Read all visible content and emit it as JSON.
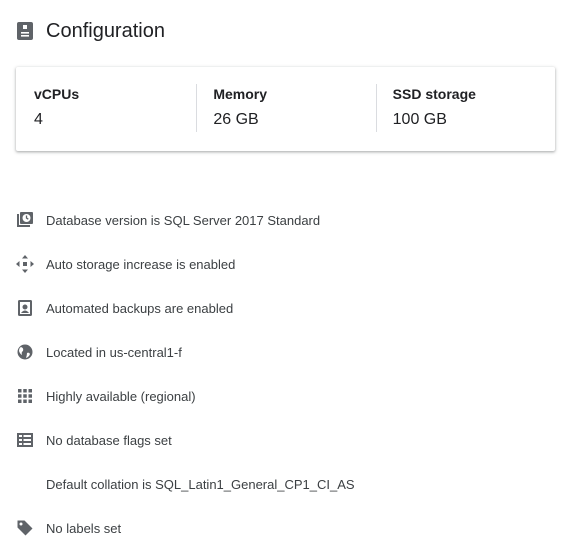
{
  "header": {
    "title": "Configuration",
    "icon": "instance-icon"
  },
  "stats": [
    {
      "label": "vCPUs",
      "value": "4"
    },
    {
      "label": "Memory",
      "value": "26 GB"
    },
    {
      "label": "SSD storage",
      "value": "100 GB"
    }
  ],
  "items": [
    {
      "icon": "database-version-icon",
      "text": "Database version is SQL Server 2017 Standard"
    },
    {
      "icon": "storage-increase-icon",
      "text": "Auto storage increase is enabled"
    },
    {
      "icon": "backup-icon",
      "text": "Automated backups are enabled"
    },
    {
      "icon": "globe-icon",
      "text": "Located in us-central1-f"
    },
    {
      "icon": "grid-icon",
      "text": "Highly available (regional)"
    },
    {
      "icon": "list-icon",
      "text": "No database flags set"
    },
    {
      "icon": "",
      "text": "Default collation is SQL_Latin1_General_CP1_CI_AS"
    },
    {
      "icon": "tag-icon",
      "text": "No labels set"
    }
  ],
  "colors": {
    "icon": "#5f6368",
    "text": "#3c4043",
    "title": "#202124"
  }
}
